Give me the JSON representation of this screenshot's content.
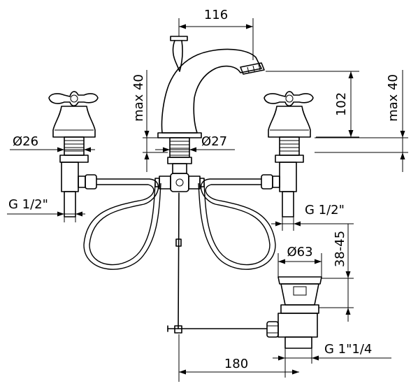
{
  "dimensions": {
    "spout_reach": "116",
    "spout_height": "102",
    "max_thickness_center": "max 40",
    "max_thickness_right": "max 40",
    "handle_base_diameter": "Ø26",
    "spout_base_diameter": "Ø27",
    "thread_left": "G 1/2\"",
    "thread_right": "G 1/2\"",
    "waste_flange_diameter": "Ø63",
    "waste_range": "38-45",
    "waste_thread": "G 1\"1/4",
    "tap_spacing": "180"
  }
}
